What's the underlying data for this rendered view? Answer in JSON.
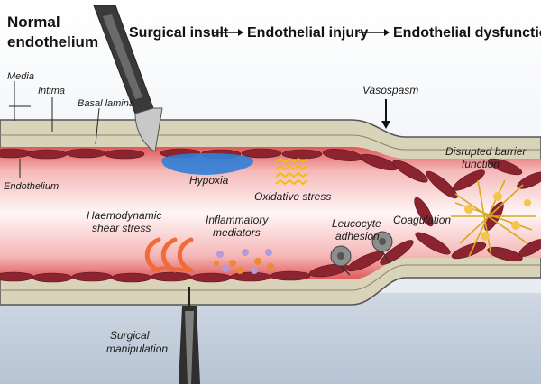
{
  "header": {
    "stage1_line1": "Normal",
    "stage1_line2": "endothelium",
    "stage2": "Surgical insult",
    "stage3": "Endothelial injury",
    "stage4": "Endothelial dysfunction"
  },
  "labels": {
    "media": "Media",
    "intima": "Intima",
    "basal_lamina": "Basal lamina",
    "endothelium": "Endothelium",
    "hypoxia": "Hypoxia",
    "oxidative_stress": "Oxidative stress",
    "vasospasm": "Vasospasm",
    "disrupted_line1": "Disrupted barrier",
    "disrupted_line2": "function",
    "haemo_line1": "Haemodynamic",
    "haemo_line2": "shear stress",
    "inflam_line1": "Inflammatory",
    "inflam_line2": "mediators",
    "leuco_line1": "Leucocyte",
    "leuco_line2": "adhesion",
    "coagulation": "Coagulation",
    "surgical_line1": "Surgical",
    "surgical_line2": "manipulation"
  },
  "colors": {
    "tissue": "#dcd8bd",
    "lumen_glow": "#f4b4b4",
    "cell": "#8c2430",
    "hypoxia": "#2f80d8",
    "oxidative": "#f0c000",
    "shear": "#f06a3a",
    "fibrin": "#d8a820"
  }
}
